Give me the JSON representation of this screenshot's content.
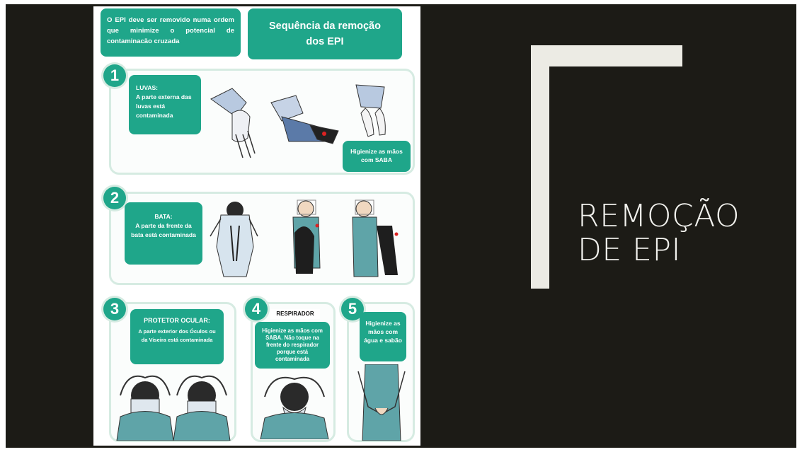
{
  "slide": {
    "title": "REMOÇÃO\nDE EPI",
    "accent_color": "#ecebe4",
    "background_color": "#1c1b16"
  },
  "poster": {
    "intro": "O EPI deve ser removido numa ordem que minimize o potencial de contaminacão cruzada",
    "heading": "Sequência da remoção dos EPI",
    "brand_color": "#1fa68a",
    "steps": [
      {
        "number": "1",
        "title": "LUVAS:",
        "text": "A parte externa das luvas está contaminada",
        "note": "Higienize as mãos com SABA"
      },
      {
        "number": "2",
        "title": "BATA:",
        "text": "A parte da frente da bata está contaminada"
      },
      {
        "number": "3",
        "title": "PROTETOR OCULAR:",
        "text": "A parte exterior dos Óculos ou da Viseira está contaminada"
      },
      {
        "number": "4",
        "title": "RESPIRADOR",
        "text": "Higienize as mãos com SABA. Não toque na frente do respirador porque está contaminada"
      },
      {
        "number": "5",
        "text": "Higienize as mãos com água e sabão"
      }
    ],
    "illustrations": [
      "glove-removal",
      "gown-removal",
      "goggles-removal",
      "respirator-removal",
      "hand-hygiene"
    ]
  }
}
